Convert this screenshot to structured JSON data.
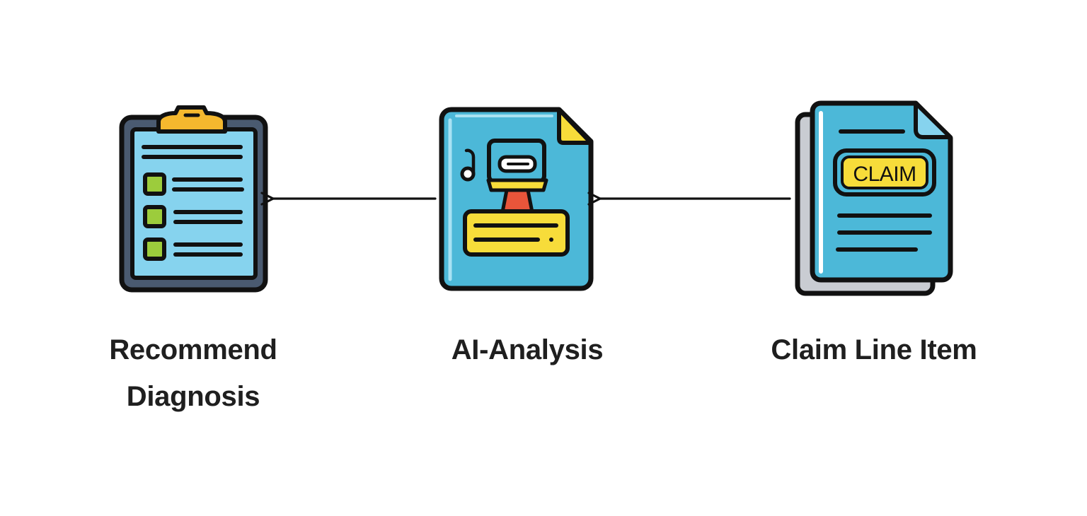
{
  "nodes": {
    "recommend": {
      "label_line1": "Recommend",
      "label_line2": "Diagnosis",
      "icon": "clipboard-checklist-icon"
    },
    "ai_analysis": {
      "label": "AI-Analysis",
      "icon": "document-stamp-icon"
    },
    "claim": {
      "label": "Claim Line Item",
      "badge": "CLAIM",
      "icon": "stacked-documents-icon"
    }
  },
  "edges": [
    {
      "from": "Claim Line Item",
      "to": "AI-Analysis"
    },
    {
      "from": "AI-Analysis",
      "to": "Recommend Diagnosis"
    }
  ],
  "colors": {
    "outline": "#111111",
    "doc_blue": "#4cb8d8",
    "light_blue": "#86d3ee",
    "board_slate": "#4a5a70",
    "clip_yellow": "#f5b82e",
    "highlight_yellow": "#f7dc3a",
    "check_green": "#9ccc3c",
    "stamp_red": "#e8553a",
    "shadow_gray": "#c9ccd2"
  }
}
